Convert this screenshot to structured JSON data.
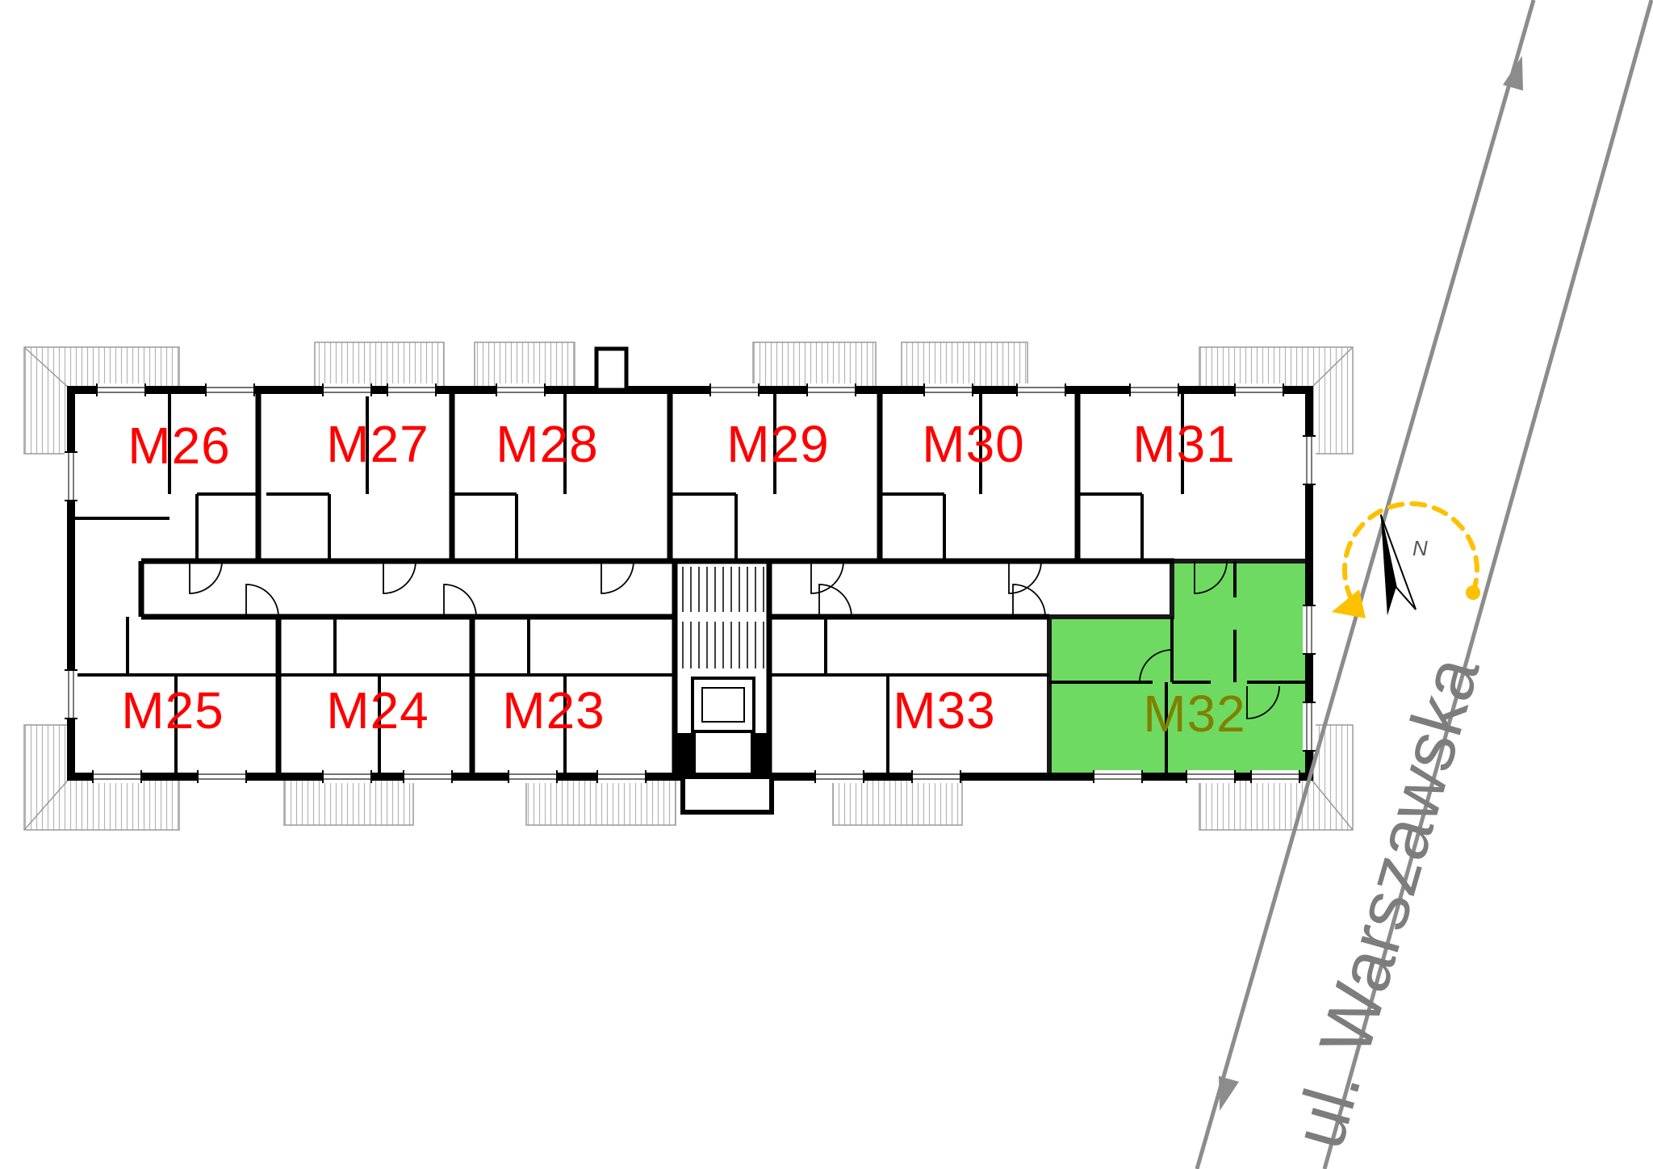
{
  "floor_plan": {
    "apartments": [
      {
        "label": "M26"
      },
      {
        "label": "M27"
      },
      {
        "label": "M28"
      },
      {
        "label": "M29"
      },
      {
        "label": "M30"
      },
      {
        "label": "M31"
      },
      {
        "label": "M25"
      },
      {
        "label": "M24"
      },
      {
        "label": "M23"
      },
      {
        "label": "M33"
      },
      {
        "label": "M32",
        "highlighted": true
      }
    ],
    "highlighted_unit": "M32"
  },
  "street": {
    "name": "ul. Warszawska"
  },
  "compass": {
    "north_label": "N"
  },
  "colors": {
    "apartment_label": "#ff0000",
    "highlight_fill": "#5fd750",
    "highlight_label": "#808000",
    "street": "#7d7d7d",
    "rotation_arrow": "#ffc000",
    "walls": "#000000",
    "roof_hatch": "#b5b5b5",
    "background": "#ffffff"
  }
}
